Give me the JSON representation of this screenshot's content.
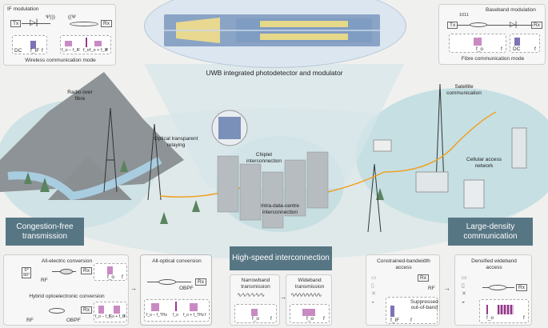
{
  "top_left_panel": {
    "title": "IF modulation",
    "tx": "Tx",
    "rx": "Rx",
    "spectrum_left": [
      "DC",
      "f_IF",
      "f"
    ],
    "spectrum_right": [
      "f_o − f_IF",
      "f_o",
      "f_o + f_IF",
      "f"
    ],
    "caption": "Wireless communication mode"
  },
  "top_right_panel": {
    "title": "Baseband modulation",
    "bits": "1011",
    "tx": "Tx",
    "rx": "Rx",
    "spectrum_left": [
      "f_o",
      "f"
    ],
    "spectrum_right": [
      "DC",
      "f"
    ],
    "caption": "Fibre communication mode"
  },
  "chip": {
    "caption": "UWB integrated photodetector and modulator"
  },
  "scene_labels": {
    "radio_over_fibre": "Radio over fibre",
    "optical_relaying": "Optical transparent relaying",
    "chiplet": "Chiplet interconnection",
    "intra_dc": "Intra-data-centre interconnection",
    "satellite": "Satellite communication",
    "cellular": "Cellular access network"
  },
  "categories": {
    "congestion": "Congestion-free transmission",
    "high_speed": "High-speed interconnection",
    "large_density": "Large-density communication"
  },
  "panels": {
    "all_electric": {
      "title": "All-electric conversion",
      "phase": [
        "0°",
        "90°"
      ],
      "rf": "RF",
      "rx": "Rx",
      "spectrum": [
        "f_o",
        "f"
      ]
    },
    "hybrid": {
      "title": "Hybrid optoelectronic conversion",
      "rf": "RF",
      "obpf": "OBPF",
      "rx": "Rx",
      "spectrum": [
        "f_o − f_IF",
        "f_o + f_IF",
        "f"
      ]
    },
    "all_optical": {
      "title": "All-optical conversion",
      "obpf": "OBPF",
      "rx": "Rx",
      "spectrum": [
        "f_o − f_THz",
        "f_o",
        "f_o + f_THz",
        "f"
      ]
    },
    "narrowband": {
      "title": "Narrowband transmission",
      "spectrum": [
        "f_o",
        "f"
      ]
    },
    "wideband": {
      "title": "Wideband transmission",
      "spectrum": [
        "f_o",
        "f"
      ]
    },
    "constrained": {
      "title": "Constrained-bandwidth access",
      "rf": "RF",
      "rx": "Rx",
      "note": "Suppressed out-of-band",
      "spectrum": [
        "f_IF",
        "f"
      ]
    },
    "densified": {
      "title": "Densified wideband access",
      "rx": "Rx",
      "spectrum": [
        "f_o",
        "f"
      ]
    }
  },
  "colors": {
    "slate": "#577684",
    "teal_region": "#cfe3e6",
    "fibre": "#f0a020",
    "spectrum": "#c98ac4"
  }
}
